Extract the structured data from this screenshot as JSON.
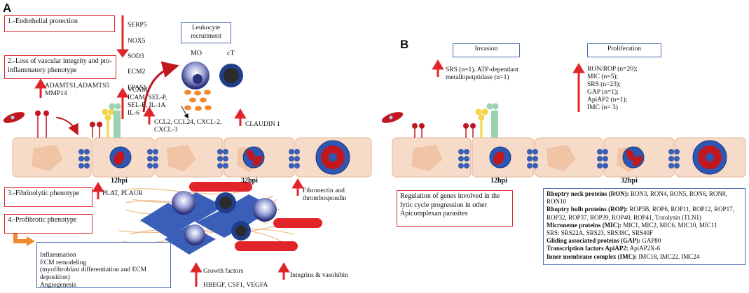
{
  "panel_a": {
    "letter": "A",
    "box1": "1.-Endothelial protection",
    "genes1": [
      "SERP5",
      "NOX5",
      "SOD3",
      "ECM2",
      "EPAS1"
    ],
    "box2": "2.-Loss of vascular integrity and pro-inflammatory  phenotype",
    "leukocyte_box": "Leukocyte recruitment",
    "mo_label": "MO",
    "ct_label": "cT",
    "adamts": "ADAMTS1,ADAMTS5\nMMP14",
    "vcam": "VCAM,\nICAM, SEL-P,\nSEL-E,  IL-1A\nIL-6",
    "ccl": "CCL2, CCL24, CXCL-2,\nCXCL-3",
    "claudin": "CLAUDIN 1",
    "hpi12": "12hpi",
    "hpi32": "32hpi",
    "box3": "3.-Fibrinolytic phenotype",
    "plat": "PLAT, PLAUR",
    "fibronectin": "Fibronectin and\nthrombospondin",
    "box4": "4.-Profibrotic phenotype",
    "inflammation_box": "Inflammation\nECM remodeling\n(myofibroblast differentiation and ECM\ndeposition)\nAngiogenesis",
    "growth_factors": "Growth factors",
    "hbegf": "HBEGF, CSF1, VEGFA",
    "integrins": "Integrins & vasohibin"
  },
  "panel_b": {
    "letter": "B",
    "invasion_box": "Invasion",
    "proliferation_box": "Proliferation",
    "srs": "SRS (n=1), ATP-dependant\nmetallopetptidase (n=1)",
    "prolif_genes": "RON/ROP (n=20);\nMIC (n=5);\nSRS  (n=23);\nGAP (n=1);\nApiAP2 (n=1);\nIMC (n= 3)",
    "hpi12": "12hpi",
    "hpi32": "32hpi",
    "regulation_box": "Regulation of genes involved in the lytic cycle progression in other Apicomplexan parasites",
    "legend": [
      {
        "head": "Rhoptry neck proteins (RON):",
        "body": " RON3, RON4, RON5, RON6, RON8, RON10"
      },
      {
        "head": "Rhoptry bulb proteins (ROP):",
        "body": " ROP5B, ROP6, ROP11, ROP12, ROP17, ROP32, ROP37, ROP39, ROP40, ROP41, Toxolysin (TLN1)"
      },
      {
        "head": "Microneme proteins (MIC):",
        "body": " MIC1, MIC2, MIC6, MIC10, MIC11"
      },
      {
        "head": "",
        "body": "SRS:  SRS22A, SRS23, SRS38C, SRS40F"
      },
      {
        "head": "Gliding associated proteins (GAP):",
        "body": " GAP80"
      },
      {
        "head": "Transcription factors ApiAP2:",
        "body": " ApiAP2X-6"
      },
      {
        "head": "Inner membrane complex (IMC):",
        "body": " IMC18, IMC22, IMC24"
      }
    ]
  },
  "colors": {
    "red": "#e0242a",
    "blue": "#4a6fb5",
    "cell": "#f6dcc8",
    "nucleus": "#f0c4a4",
    "parasite": "#c0181e"
  }
}
